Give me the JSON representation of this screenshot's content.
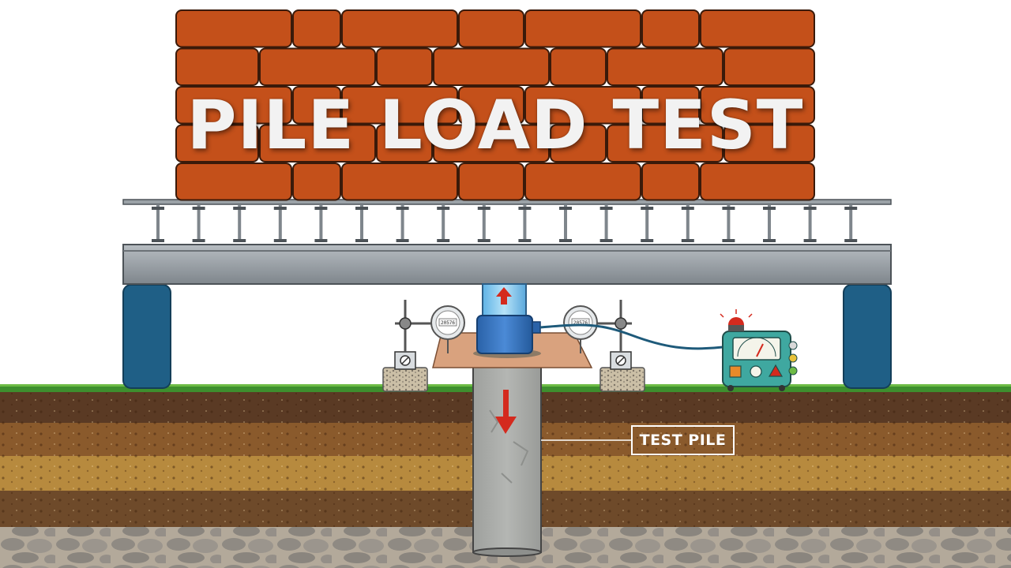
{
  "diagram": {
    "title": "PILE LOAD TEST",
    "pile_label": "TEST PILE",
    "gauge_reading_left": "20576",
    "gauge_reading_right": "20576"
  },
  "colors": {
    "brick": "#c4501a",
    "brick_outline": "#3a1a0a",
    "steel": "#9aa2a8",
    "support": "#1f5f86",
    "jack": "#2f6fb8",
    "plate": "#d9a27e",
    "pile": "#a8aaa7",
    "arrow": "#d42a1e",
    "grass": "#3e8f2e",
    "machine": "#3fa8a0"
  },
  "icons": [
    "up-arrow-icon",
    "down-arrow-icon",
    "dial-gauge-icon",
    "recorder-machine-icon",
    "alarm-light-icon"
  ]
}
